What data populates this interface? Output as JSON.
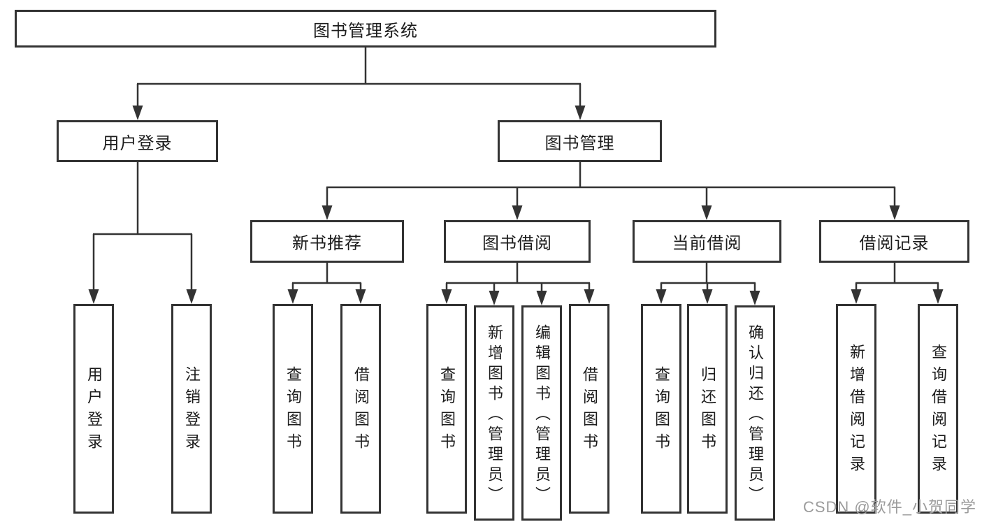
{
  "diagram_title": "图书管理系统",
  "tree": {
    "root": {
      "label": "图书管理系统"
    },
    "branches": [
      {
        "label": "用户登录",
        "children": [
          {
            "label": "用户登录"
          },
          {
            "label": "注销登录"
          }
        ]
      },
      {
        "label": "图书管理",
        "children": [
          {
            "label": "新书推荐",
            "children": [
              {
                "label": "查询图书"
              },
              {
                "label": "借阅图书"
              }
            ]
          },
          {
            "label": "图书借阅",
            "children": [
              {
                "label": "查询图书"
              },
              {
                "label": "新增图书（管理员）"
              },
              {
                "label": "编辑图书（管理员）"
              },
              {
                "label": "借阅图书"
              }
            ]
          },
          {
            "label": "当前借阅",
            "children": [
              {
                "label": "查询图书"
              },
              {
                "label": "归还图书"
              },
              {
                "label": "确认归还（管理员）"
              }
            ]
          },
          {
            "label": "借阅记录",
            "children": [
              {
                "label": "新增借阅记录"
              },
              {
                "label": "查询借阅记录"
              }
            ]
          }
        ]
      }
    ]
  },
  "watermark": {
    "text": "CSDN @软件_小贺同学"
  },
  "colors": {
    "line": "#333333",
    "box_border": "#333333",
    "text": "#1c1c1c",
    "watermark": "#9b9b9b",
    "background": "#ffffff"
  }
}
